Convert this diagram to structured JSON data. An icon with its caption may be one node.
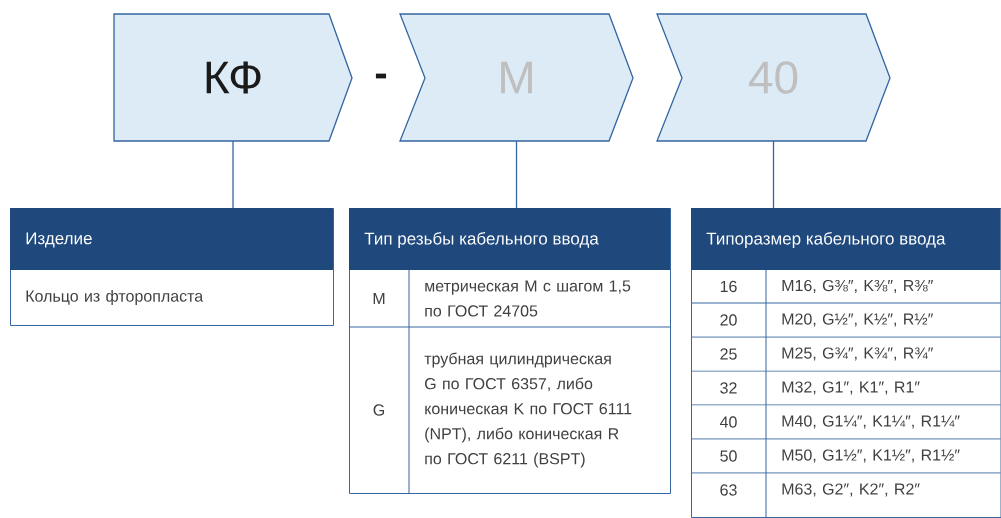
{
  "diagram": {
    "nodes": [
      {
        "text": [
          "КФ"
        ]
      },
      {
        "text": [
          "M"
        ]
      },
      {
        "text": [
          "40"
        ]
      },
      {
        "text": [
          "Изделие",
          "Кольцо из фторопласта"
        ]
      },
      {
        "text": [
          "Тип резьбы кабельного ввода",
          "M",
          "метрическая M с шагом 1,5 по ГОСТ 24705",
          "G",
          "трубная цилиндрическая G по ГОСТ 6357, либо коническая K по ГОСТ 6111 (NPT), либо коническая R по ГОСТ 6211 (BSPT)"
        ]
      },
      {
        "text": [
          "Типоразмер кабельного ввода",
          "16",
          "M16, G⅜″, K⅜″, R⅜″",
          "20",
          "M20, G½″, K½″, R½″",
          "25",
          "M25, G¾″, K¾″, R¾″",
          "32",
          "M32, G1″, K1″, R1″",
          "40",
          "M40, G1¼″, K1¼″, R1¼″",
          "50",
          "M50, G1½″, K1½″, R1½″",
          "63",
          "M63, G2″, K2″, R2″"
        ]
      }
    ],
    "edges": [
      {
        "from": 0,
        "to": 3,
        "arrow": "none"
      },
      {
        "from": 1,
        "to": 4,
        "arrow": "none"
      },
      {
        "from": 2,
        "to": 5,
        "arrow": "none"
      }
    ],
    "labels": [
      "-"
    ]
  }
}
